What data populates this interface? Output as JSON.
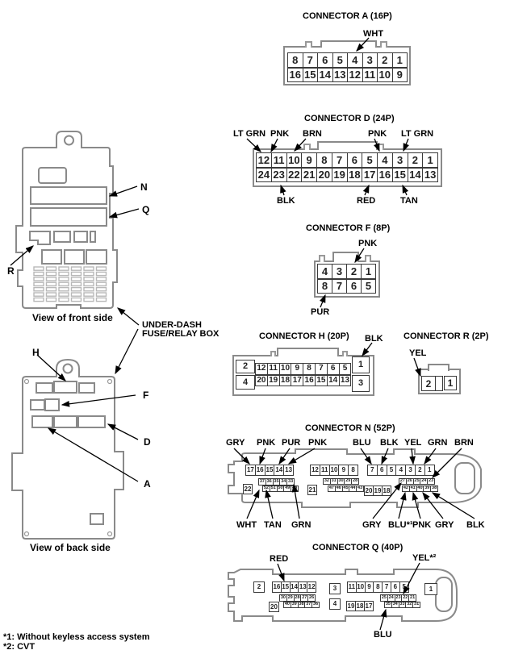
{
  "colors": {
    "line": "#000000",
    "shell_gray": "#8a8a8a",
    "fuse_grid_gray": "#b8b8b8"
  },
  "footnotes": {
    "note1": "*1: Without keyless access system",
    "note2": "*2: CVT"
  },
  "fuse_box_label": {
    "line1": "UNDER-DASH",
    "line2": "FUSE/RELAY BOX"
  },
  "views": {
    "front": {
      "caption": "View of front side",
      "connector_labels": {
        "n": "N",
        "q": "Q",
        "r": "R"
      }
    },
    "back": {
      "caption": "View of back side",
      "connector_labels": {
        "h": "H",
        "f": "F",
        "d": "D",
        "a": "A"
      }
    }
  },
  "connectors": {
    "a": {
      "title": "CONNECTOR A (16P)",
      "labels": {
        "wht": "WHT"
      },
      "rows": [
        [
          "8",
          "7",
          "6",
          "5",
          "4",
          "3",
          "2",
          "1"
        ],
        [
          "16",
          "15",
          "14",
          "13",
          "12",
          "11",
          "10",
          "9"
        ]
      ]
    },
    "d": {
      "title": "CONNECTOR D (24P)",
      "labels": {
        "top": [
          "LT GRN",
          "PNK",
          "BRN",
          "PNK",
          "LT GRN"
        ],
        "bottom": [
          "BLK",
          "RED",
          "TAN"
        ]
      },
      "rows": [
        [
          "12",
          "11",
          "10",
          "9",
          "8",
          "7",
          "6",
          "5",
          "4",
          "3",
          "2",
          "1"
        ],
        [
          "24",
          "23",
          "22",
          "21",
          "20",
          "19",
          "18",
          "17",
          "16",
          "15",
          "14",
          "13"
        ]
      ]
    },
    "f": {
      "title": "CONNECTOR F (8P)",
      "labels": {
        "pnk": "PNK",
        "pur": "PUR"
      },
      "rows": [
        [
          "4",
          "3",
          "2",
          "1"
        ],
        [
          "8",
          "7",
          "6",
          "5"
        ]
      ]
    },
    "h": {
      "title": "CONNECTOR H (20P)",
      "labels": {
        "blk": "BLK"
      },
      "corners": {
        "top_left": "2",
        "top_right": "1",
        "bottom_left": "4",
        "bottom_right": "3"
      },
      "rows": [
        [
          "12",
          "11",
          "10",
          "9",
          "8",
          "7",
          "6",
          "5"
        ],
        [
          "20",
          "19",
          "18",
          "17",
          "16",
          "15",
          "14",
          "13"
        ]
      ]
    },
    "r": {
      "title": "CONNECTOR R (2P)",
      "labels": {
        "yel": "YEL"
      },
      "pins": [
        "2",
        "1"
      ]
    },
    "n": {
      "title": "CONNECTOR N (52P)",
      "labels": {
        "top": [
          "GRY",
          "PNK",
          "PUR",
          "PNK",
          "BLU",
          "BLK",
          "YEL",
          "GRN",
          "BRN"
        ],
        "bottom": [
          "WHT",
          "TAN",
          "GRN",
          "GRY",
          "BLU*¹",
          "PNK",
          "GRY",
          "BLK"
        ]
      },
      "groups": {
        "left_top": [
          "17",
          "16",
          "15",
          "14",
          "13"
        ],
        "left_mid": [
          "37",
          "36",
          "35",
          "34",
          "33"
        ],
        "left_bot": [
          "52",
          "51",
          "50",
          "49",
          "48"
        ],
        "p22": "22",
        "mid_top": [
          "12",
          "11",
          "10",
          "9",
          "8"
        ],
        "mid_mid": [
          "32",
          "31",
          "30",
          "29",
          "28"
        ],
        "mid_bot": [
          "47",
          "46",
          "45",
          "44",
          "43"
        ],
        "p21": "21",
        "right_top": [
          "7",
          "6",
          "5",
          "4",
          "3",
          "2",
          "1"
        ],
        "right_mid": [
          "27",
          "26",
          "25",
          "24",
          "23"
        ],
        "right_bot": [
          "42",
          "41",
          "40",
          "39",
          "38"
        ],
        "bottom_row": [
          "20",
          "19",
          "18"
        ]
      }
    },
    "q": {
      "title": "CONNECTOR Q (40P)",
      "labels": {
        "red": "RED",
        "yel": "YEL*²",
        "blu": "BLU"
      },
      "groups": {
        "p2": "2",
        "left_top": [
          "16",
          "15",
          "14",
          "13",
          "12"
        ],
        "left_mid": [
          "30",
          "29",
          "28",
          "27",
          "26"
        ],
        "left_bot": [
          "40",
          "39",
          "38",
          "37",
          "36"
        ],
        "p20": "20",
        "p3": "3",
        "p4": "4",
        "right_top": [
          "11",
          "10",
          "9",
          "8",
          "7",
          "6",
          "5"
        ],
        "right_mid": [
          "25",
          "24",
          "23",
          "22",
          "21"
        ],
        "right_bot": [
          "35",
          "34",
          "33",
          "32",
          "31"
        ],
        "bottom_row": [
          "19",
          "18",
          "17"
        ],
        "p1": "1"
      }
    }
  }
}
